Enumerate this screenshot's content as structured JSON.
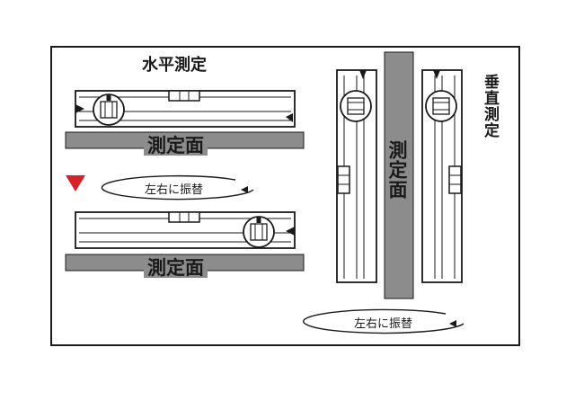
{
  "labels": {
    "horizontal_title": "水平測定",
    "vertical_title": "垂直測定",
    "surface": "測定面",
    "swap": "左右に振替"
  },
  "colors": {
    "frame": "#1a1a1a",
    "surface_fill": "#8c8c8c",
    "level_fill": "#ffffff",
    "marker": "#d4212a"
  }
}
